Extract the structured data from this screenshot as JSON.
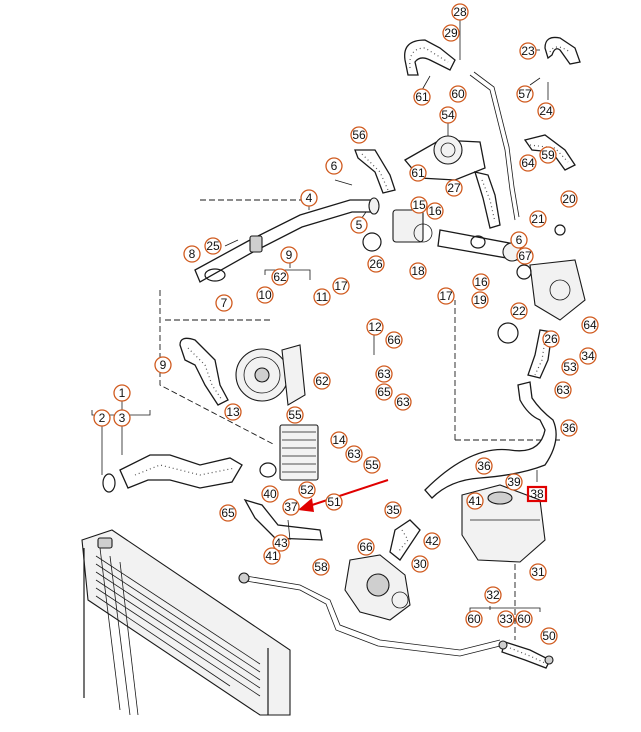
{
  "diagram": {
    "highlight_color": "#e00000",
    "callout_color": "#d05a1e",
    "highlighted_label": "38",
    "labels": [
      "28",
      "29",
      "23",
      "61",
      "60",
      "57",
      "24",
      "54",
      "56",
      "64",
      "59",
      "6",
      "61",
      "27",
      "20",
      "4",
      "5",
      "15",
      "16",
      "21",
      "6",
      "25",
      "26",
      "18",
      "16",
      "67",
      "8",
      "9",
      "62",
      "10",
      "11",
      "17",
      "17",
      "19",
      "22",
      "64",
      "7",
      "9",
      "12",
      "66",
      "26",
      "34",
      "53",
      "62",
      "63",
      "13",
      "65",
      "63",
      "63",
      "55",
      "1",
      "2",
      "3",
      "14",
      "36",
      "63",
      "55",
      "52",
      "36",
      "39",
      "40",
      "51",
      "41",
      "65",
      "35",
      "38",
      "37",
      "42",
      "43",
      "41",
      "58",
      "66",
      "30",
      "31",
      "32",
      "60",
      "33",
      "60",
      "50"
    ]
  }
}
